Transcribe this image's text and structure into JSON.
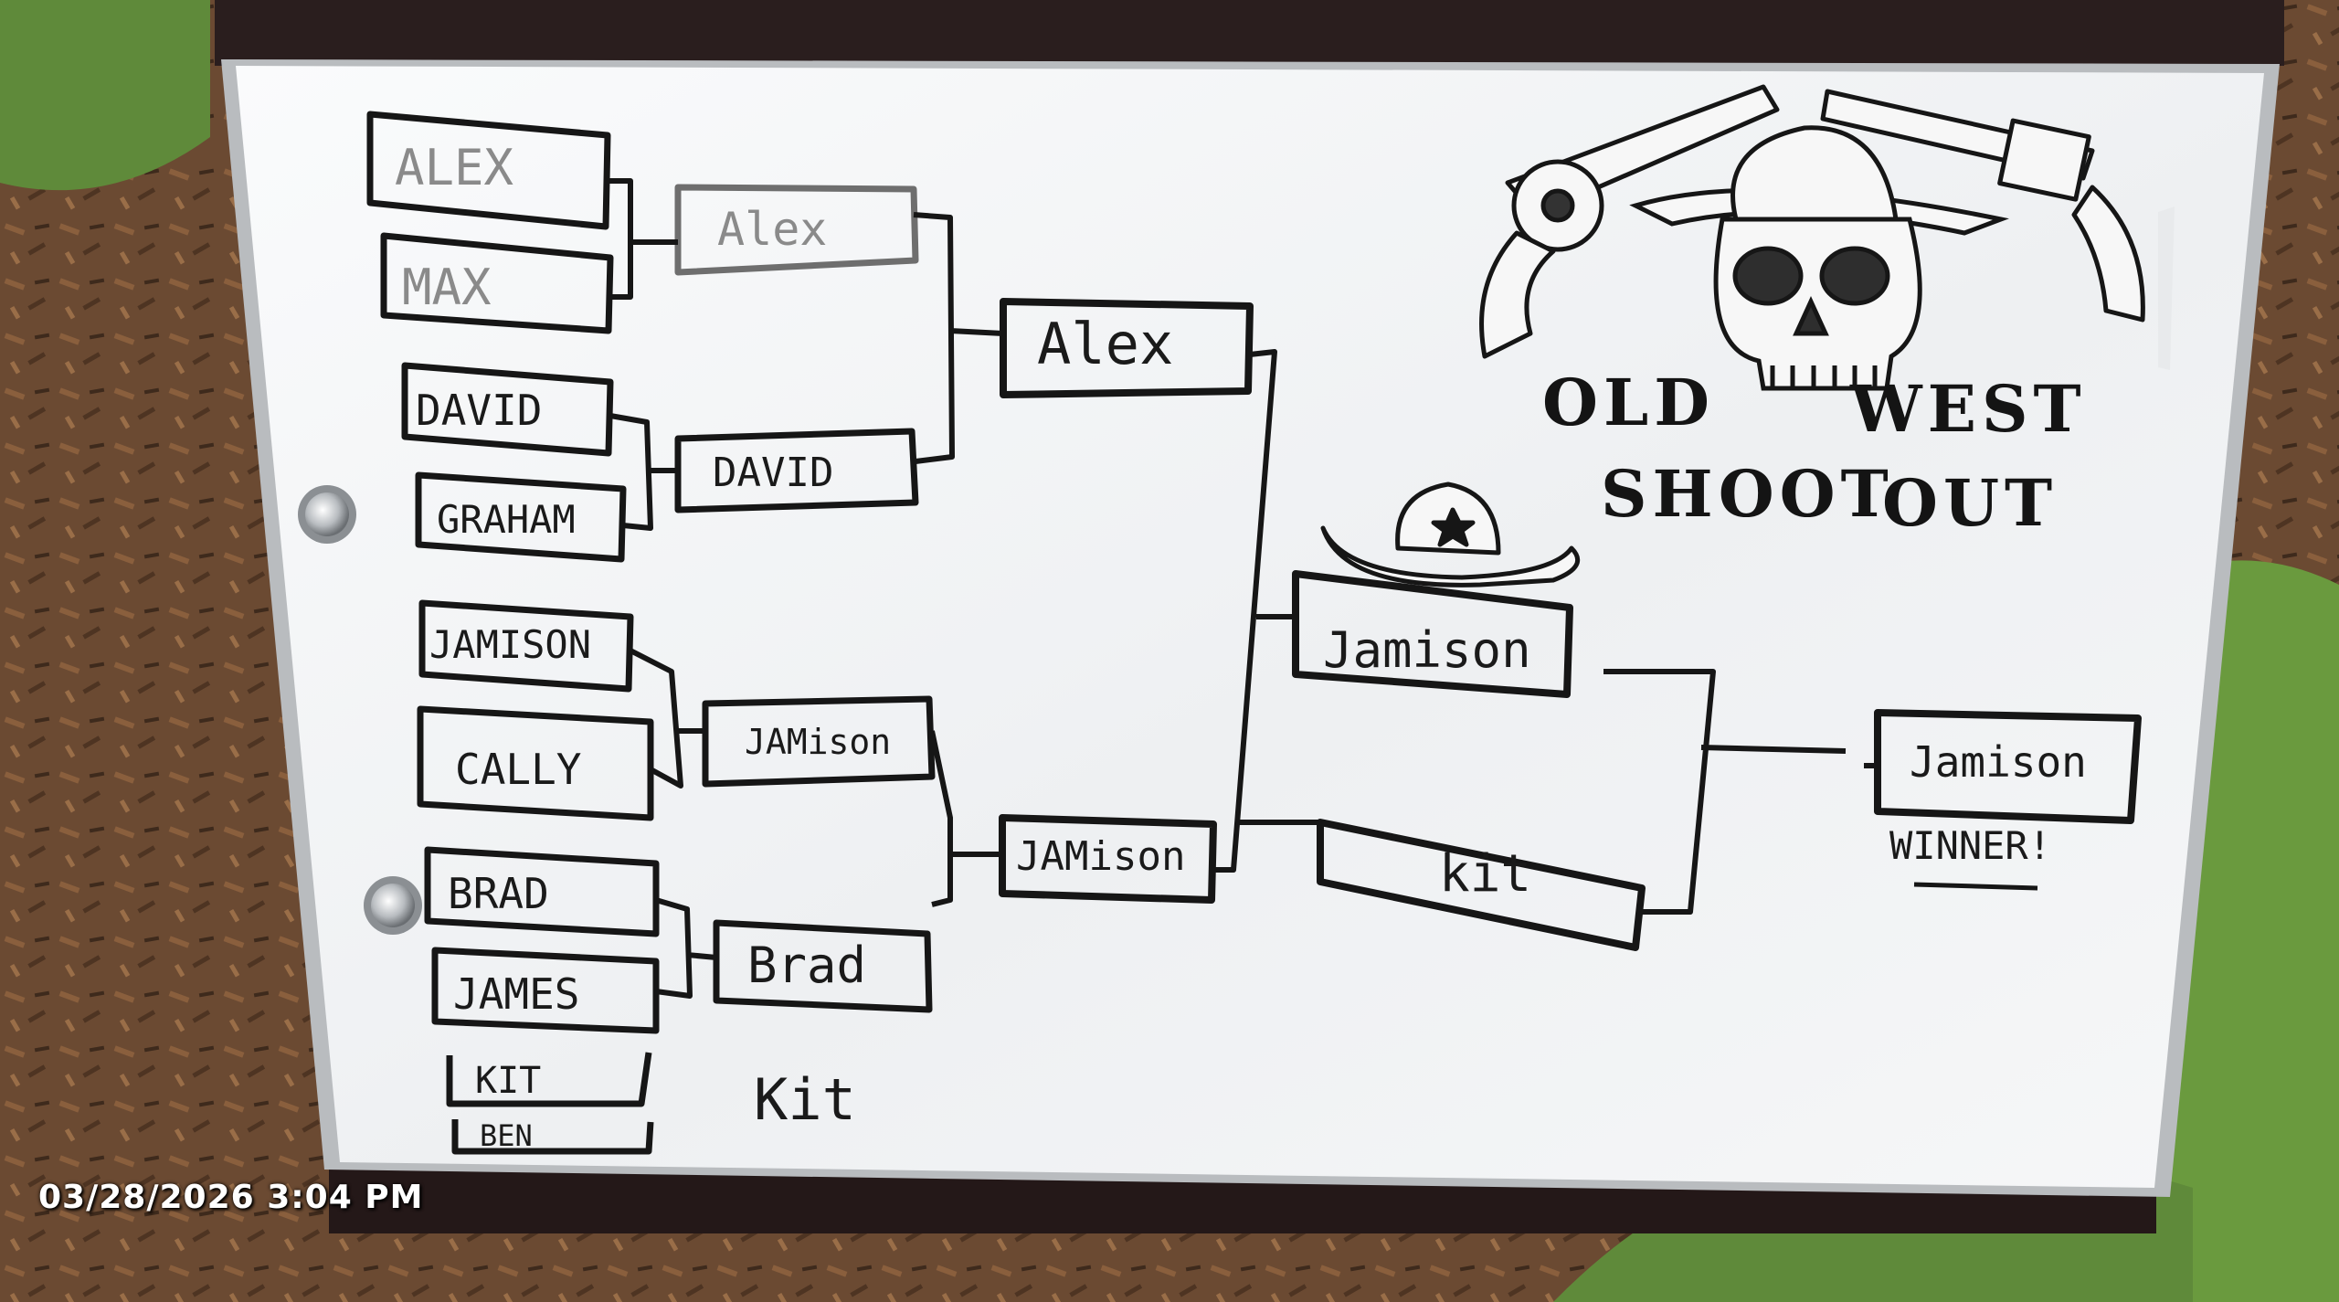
{
  "board": {
    "title_line1_left": "OLD",
    "title_line1_right": "WEST",
    "title_line2_left": "SHOOT",
    "title_line2_right": "OUT",
    "winner_label": "WINNER!"
  },
  "bracket": {
    "round1": [
      "ALEX",
      "MAX",
      "DAVID",
      "GRAHAM",
      "JAMISON",
      "CALLY",
      "BRAD",
      "JAMES",
      "KIT",
      "BEN"
    ],
    "round2": [
      "Alex",
      "DAVID",
      "JAMison",
      "Brad"
    ],
    "round2_extra": "Kit",
    "round3": [
      "Alex",
      "JAMison"
    ],
    "semifinal": [
      "Jamison",
      "kit"
    ],
    "champion": "Jamison"
  },
  "timestamp": "03/28/2026 3:04 PM",
  "colors": {
    "marker": "#161616",
    "board": "#f4f5f6",
    "frame": "#2a1e1e",
    "grass": "#5f8a3a",
    "mulch": "#6b4a32"
  },
  "icons": [
    "revolver-icon",
    "skull-icon",
    "sheriff-hat-icon",
    "board-magnet-icon"
  ]
}
